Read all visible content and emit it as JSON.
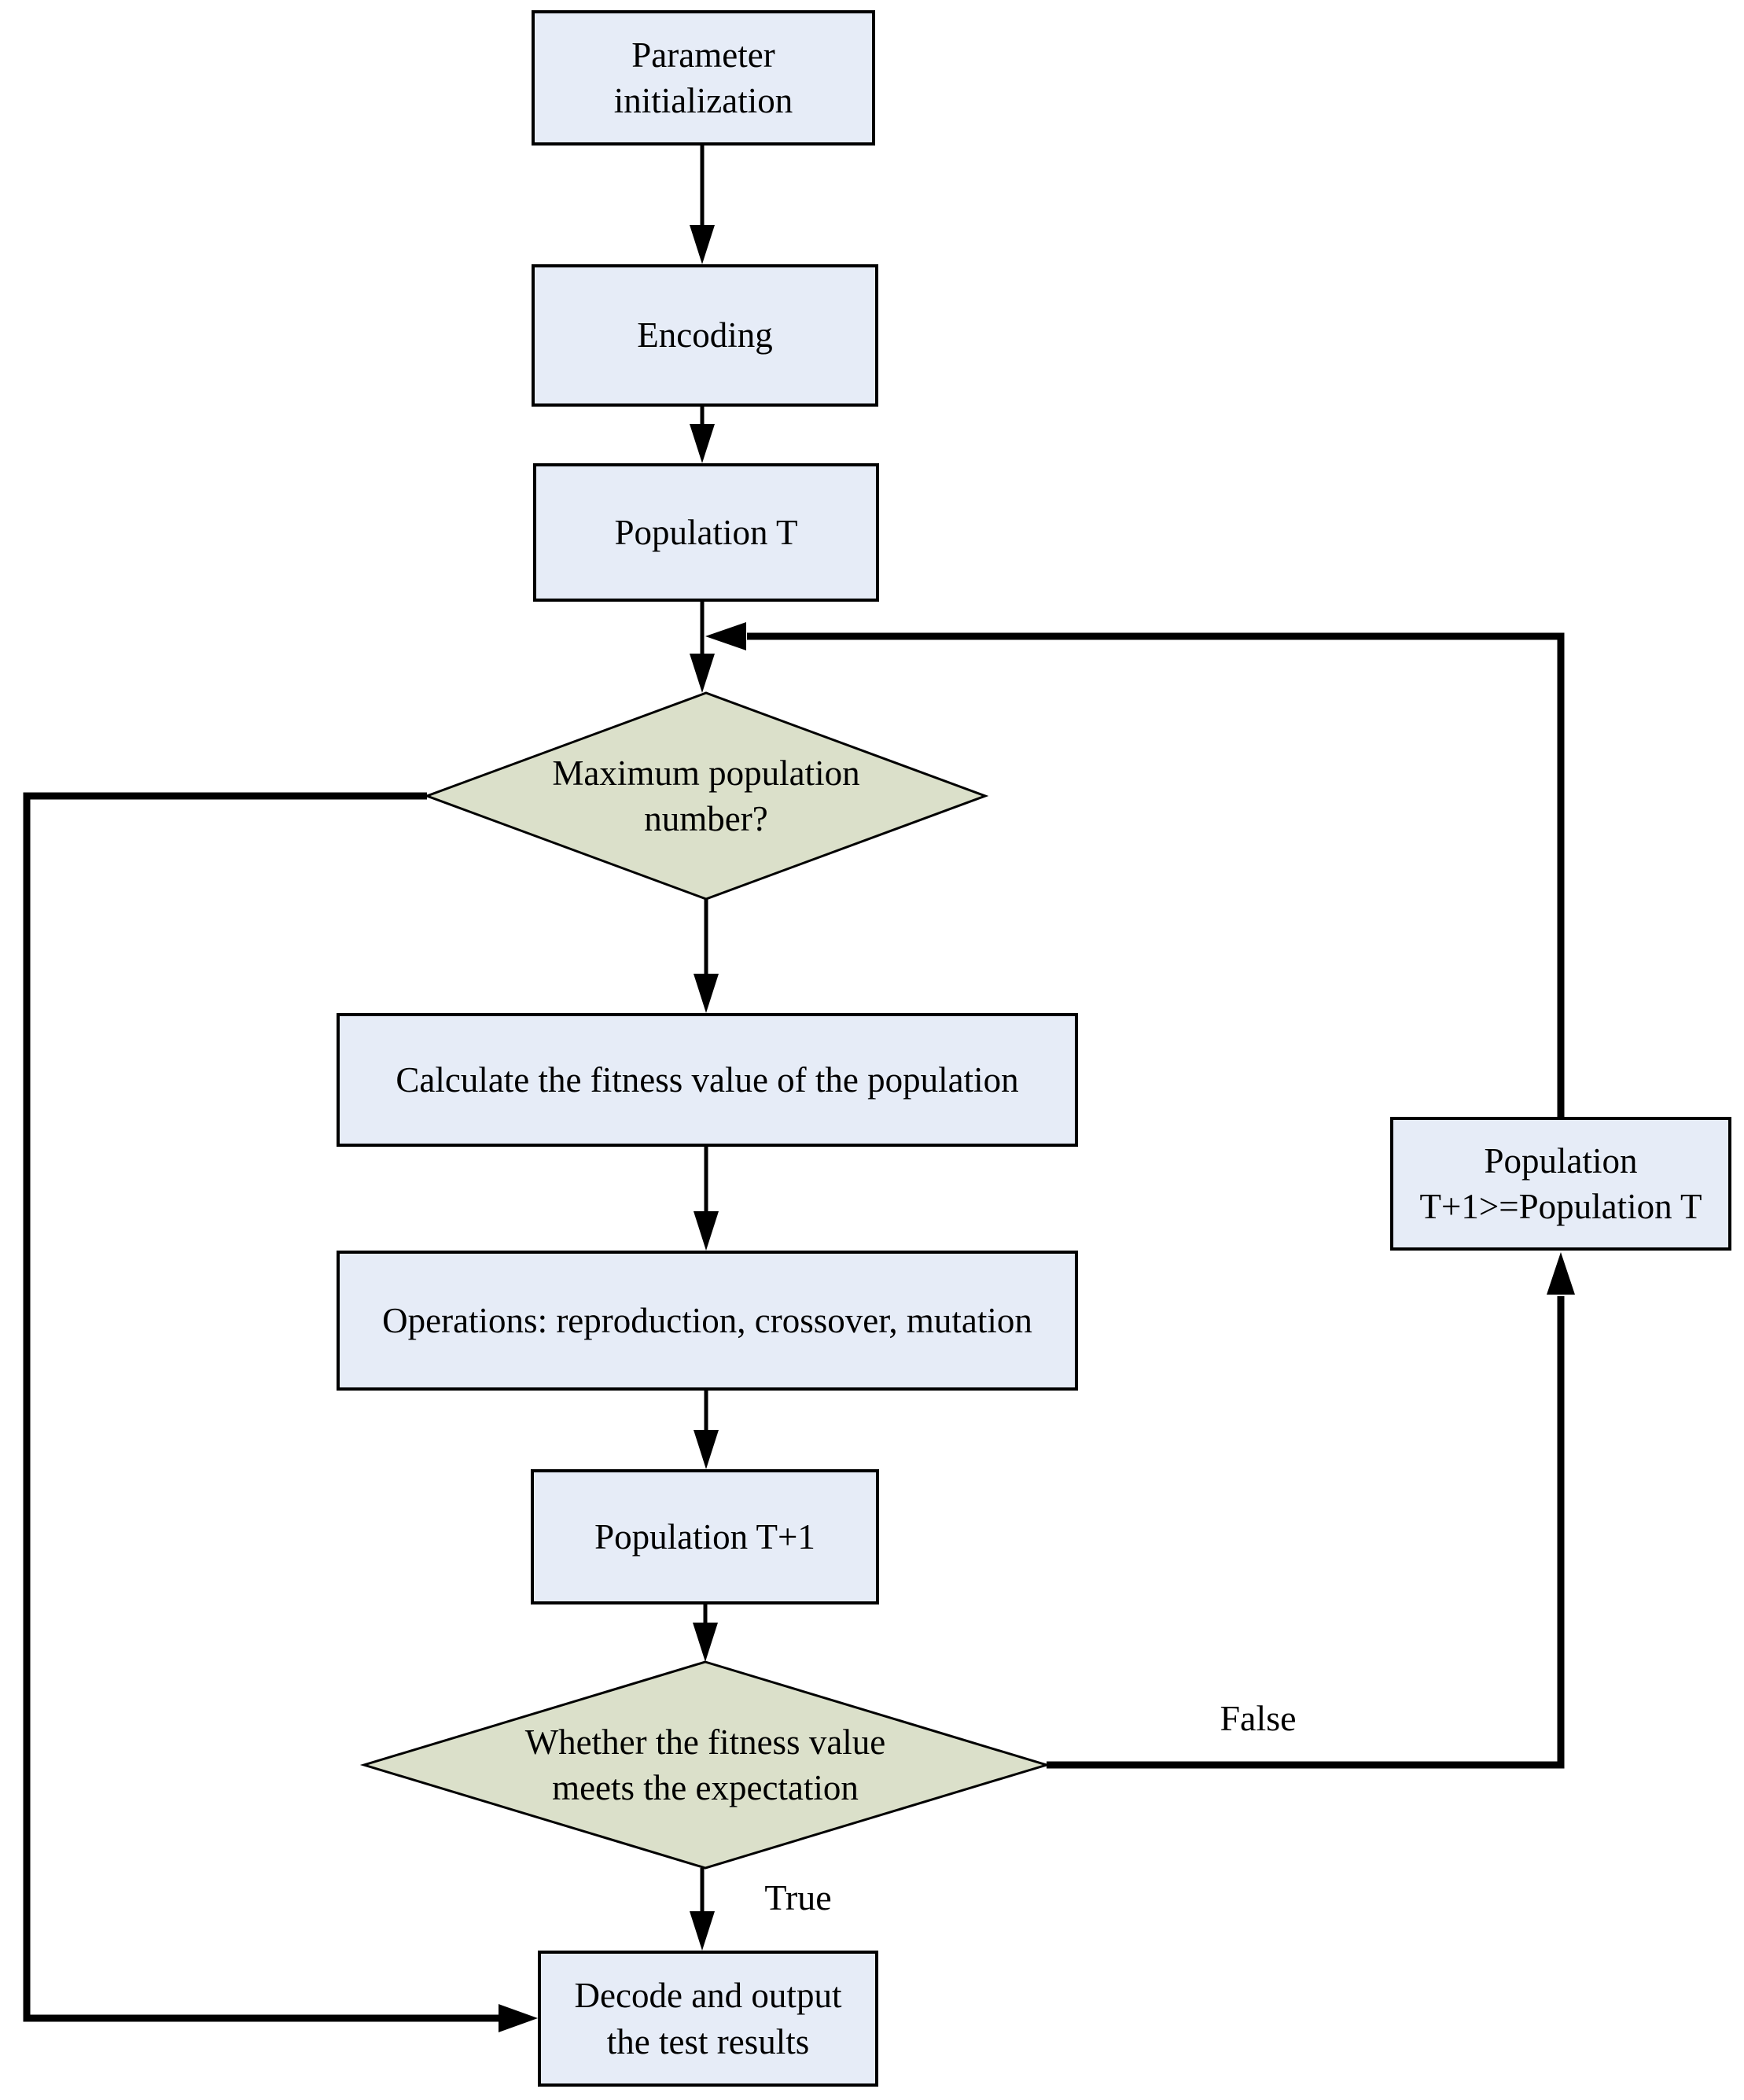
{
  "colors": {
    "process_fill": "#e6ecf7",
    "decision_fill": "#dbe0ca",
    "stroke": "#000000",
    "text": "#000000"
  },
  "flowchart": {
    "param_init": {
      "type": "process",
      "label": "Parameter\ninitialization"
    },
    "encoding": {
      "type": "process",
      "label": "Encoding"
    },
    "population_t": {
      "type": "process",
      "label": "Population T"
    },
    "max_population_check": {
      "type": "decision",
      "label": "Maximum population\nnumber?"
    },
    "calc_fitness": {
      "type": "process",
      "label": "Calculate the fitness value of the population"
    },
    "operations": {
      "type": "process",
      "label": "Operations: reproduction, crossover, mutation"
    },
    "population_t1": {
      "type": "process",
      "label": "Population T+1"
    },
    "fitness_check": {
      "type": "decision",
      "label": "Whether the fitness value\nmeets the expectation"
    },
    "population_compare": {
      "type": "process",
      "label": "Population\nT+1>=Population T"
    },
    "decode_output": {
      "type": "process",
      "label": "Decode and output\nthe test results"
    },
    "edge_labels": {
      "false_branch": "False",
      "true_branch": "True"
    }
  }
}
